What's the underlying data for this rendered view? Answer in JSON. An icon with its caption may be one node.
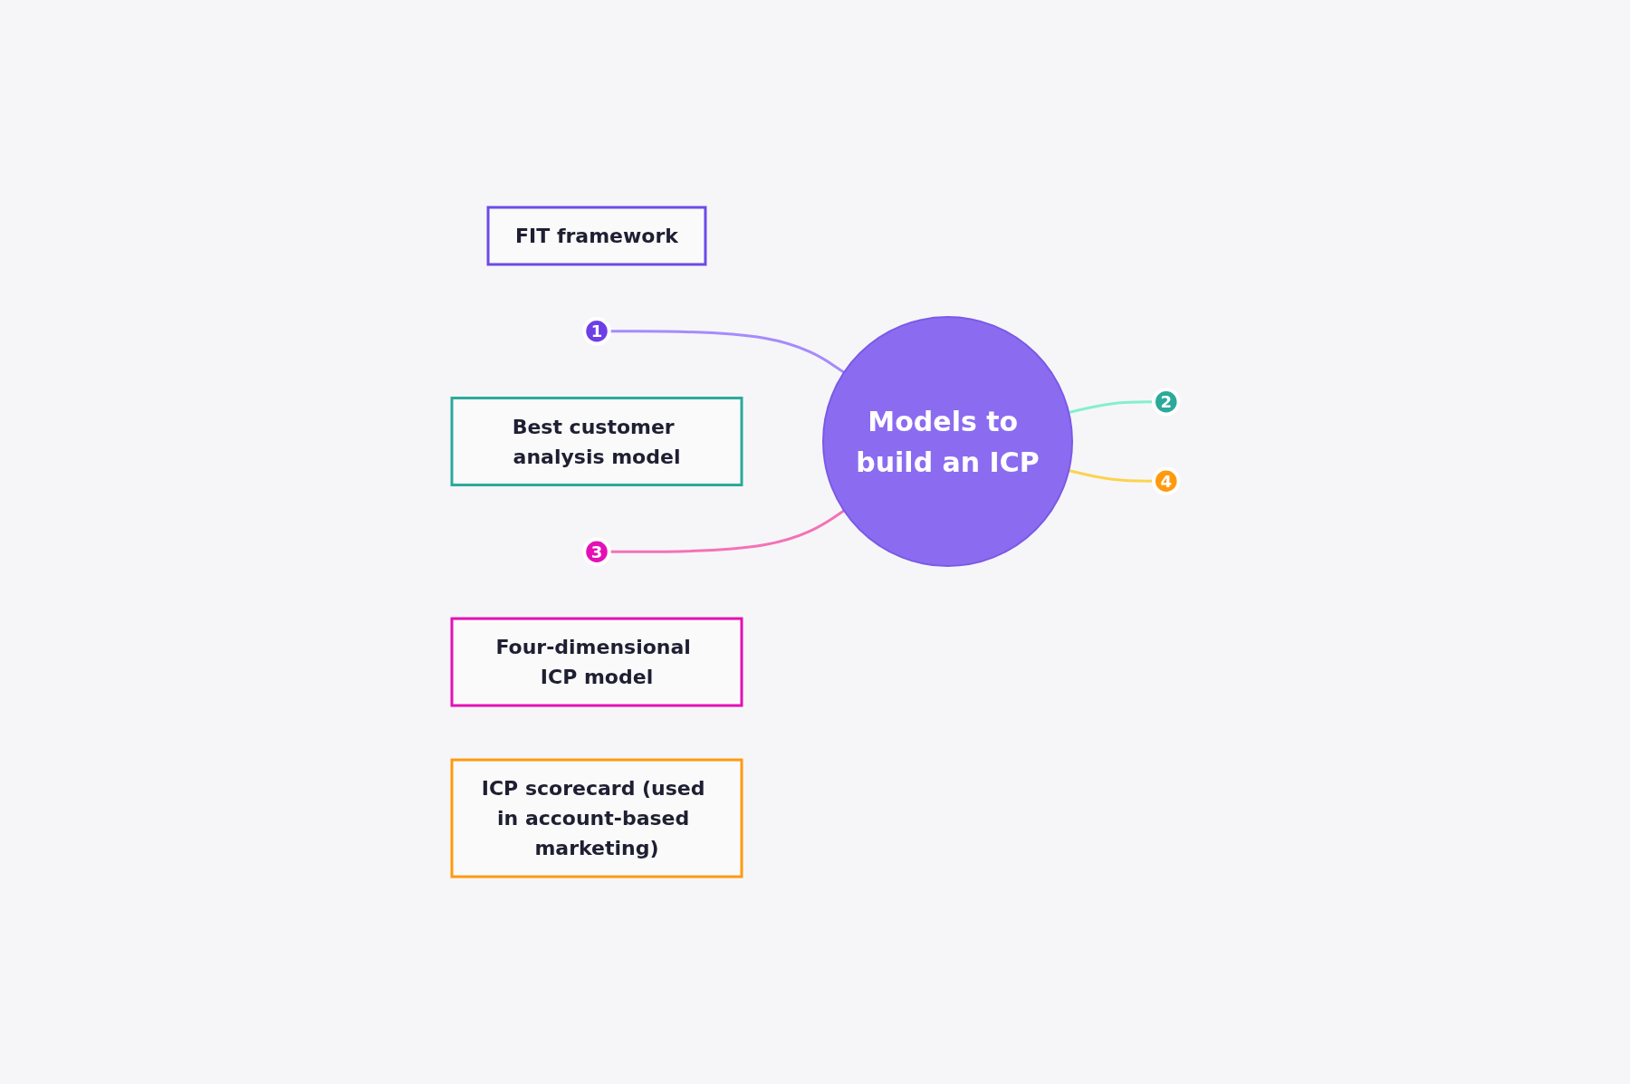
{
  "diagram": {
    "nodes": [
      {
        "text": [
          "FIT framework"
        ]
      },
      {
        "text": [
          "1"
        ]
      },
      {
        "text": [
          "Best customer analysis model"
        ]
      },
      {
        "text": [
          "2"
        ]
      },
      {
        "text": [
          "Models to build an ICP"
        ]
      },
      {
        "text": [
          "3"
        ]
      },
      {
        "text": [
          "Four-dimensional ICP model"
        ]
      },
      {
        "text": [
          "4"
        ]
      },
      {
        "text": [
          "ICP scorecard (used in account-based marketing)"
        ]
      }
    ],
    "edges": [
      {
        "from": 1,
        "to": 4,
        "arrow": "none",
        "color": "#a78bfa"
      },
      {
        "from": 5,
        "to": 4,
        "arrow": "none",
        "color": "#f472b6"
      },
      {
        "from": 4,
        "to": 3,
        "arrow": "none",
        "color": "#86efcb"
      },
      {
        "from": 4,
        "to": 7,
        "arrow": "none",
        "color": "#fcd34d"
      }
    ]
  }
}
